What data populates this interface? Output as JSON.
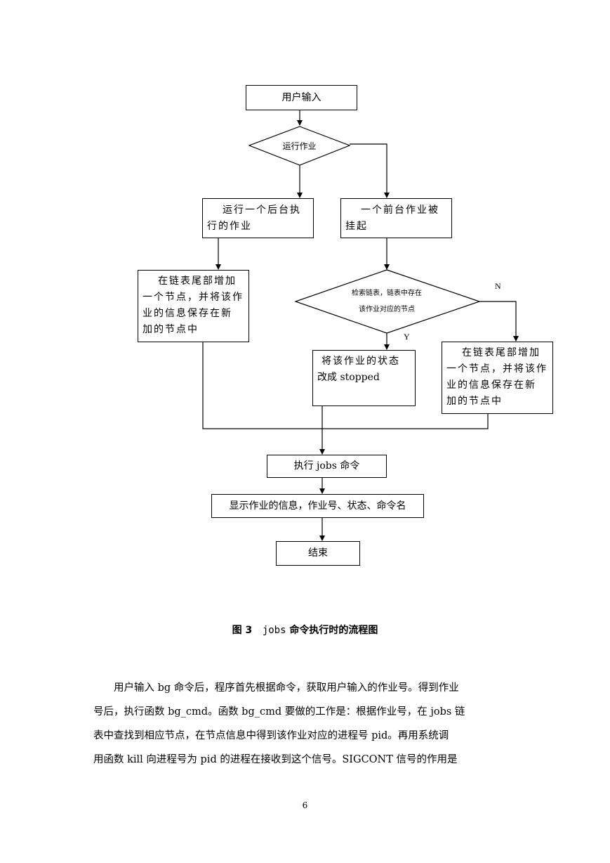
{
  "flowchart": {
    "start": "用户输入",
    "decision_run": "运行作业",
    "bg_job_lines": [
      "运行一个后台执",
      "行的作业"
    ],
    "fg_suspend_lines": [
      "一个前台作业被",
      "挂起"
    ],
    "add_node_left_lines": [
      "在链表尾部增加",
      "一个节点，并将该作",
      "业的信息保存在新",
      "加的节点中"
    ],
    "decision_search_lines": [
      "检索链表，链表中存在",
      "该作业对应的节点"
    ],
    "label_n": "N",
    "label_y": "Y",
    "change_state_lines": [
      "将该作业的状态",
      "改成 stopped"
    ],
    "add_node_right_lines": [
      "在链表尾部增加",
      "一个节点，并将该作",
      "业的信息保存在新",
      "加的节点中"
    ],
    "exec_jobs": "执行 jobs 命令",
    "show_info": "显示作业的信息，作业号、状态、命令名",
    "end": "结束"
  },
  "caption": {
    "prefix": "图 3",
    "mono": "jobs",
    "suffix": "命令执行时的流程图"
  },
  "body_lines": [
    "　　用户输入 bg 命令后，程序首先根据命令，获取用户输入的作业号。得到作业",
    "号后，执行函数 bg_cmd。函数 bg_cmd 要做的工作是：根据作业号，在 jobs 链",
    "表中查找到相应节点，在节点信息中得到该作业对应的进程号 pid。再用系统调",
    "用函数 kill 向进程号为 pid 的进程在接收到这个信号。SIGCONT 信号的作用是"
  ],
  "page_number": "6"
}
